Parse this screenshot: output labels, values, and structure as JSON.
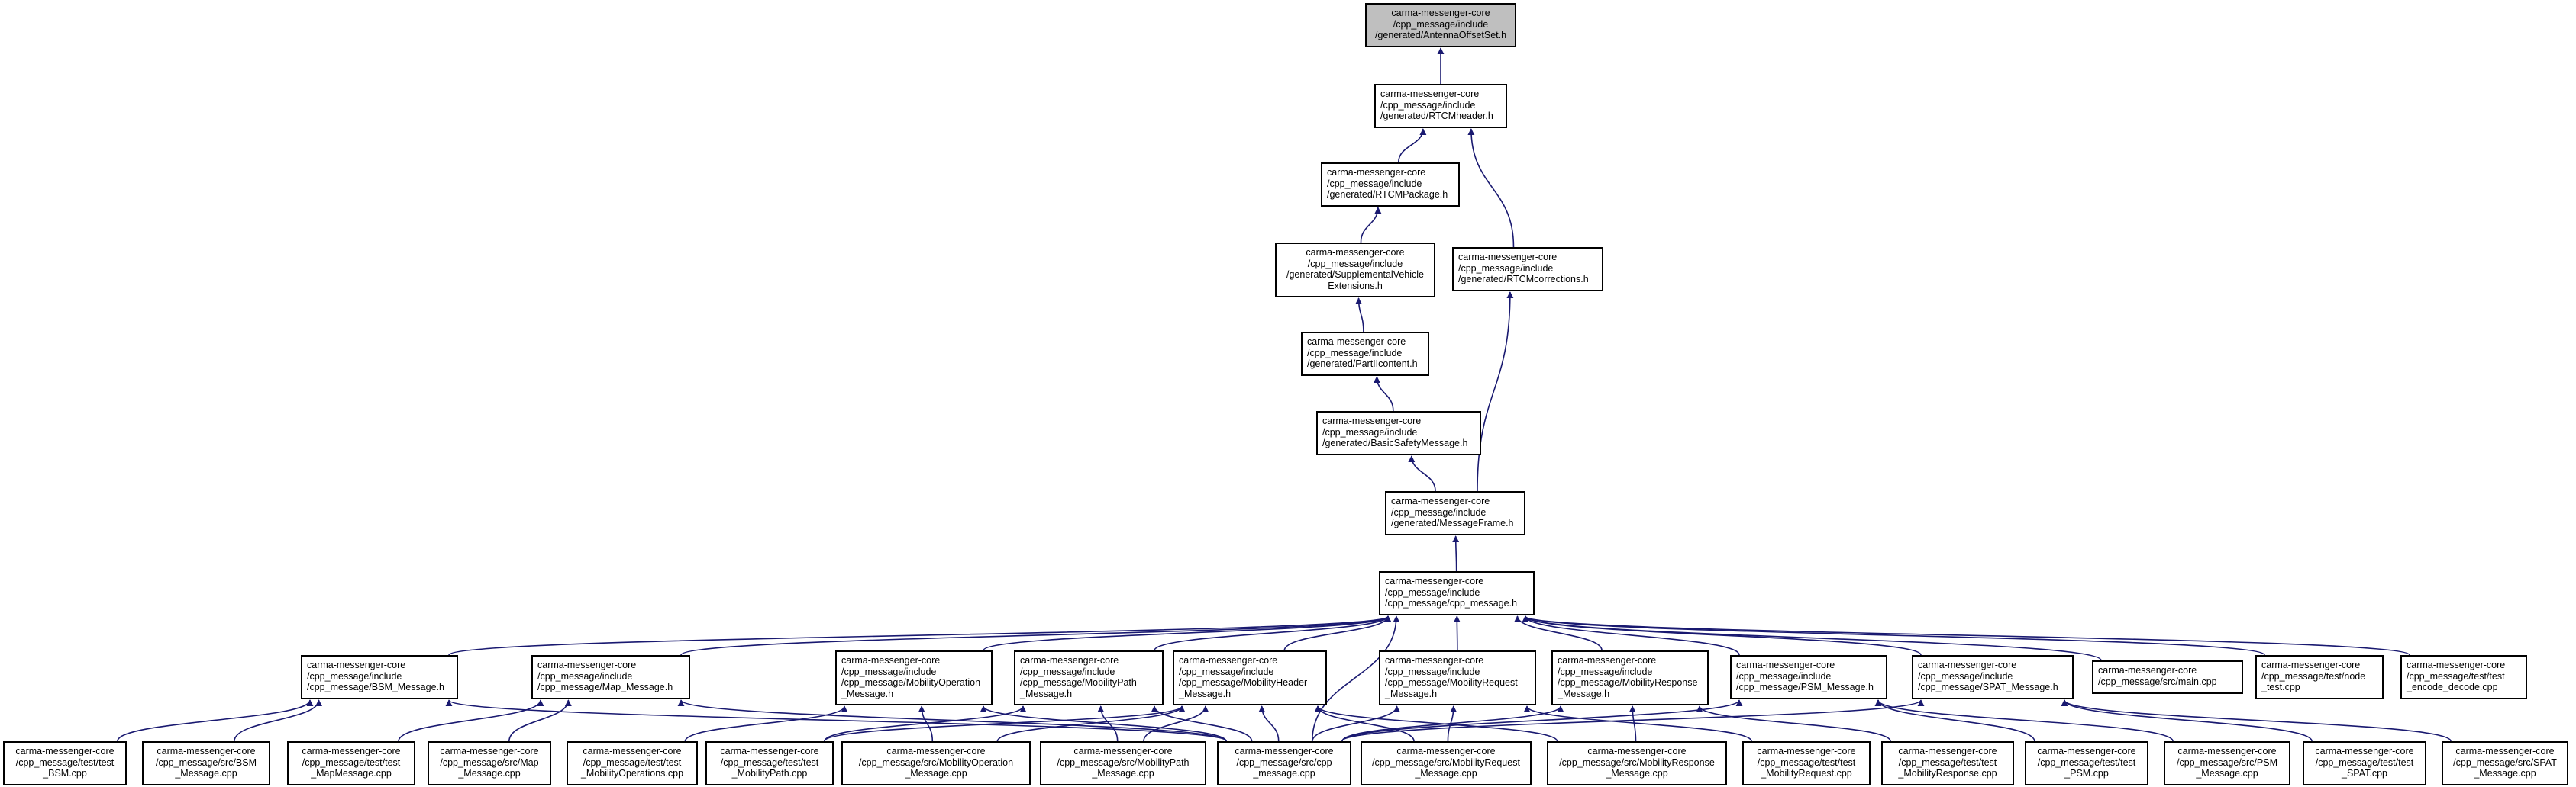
{
  "colors": {
    "edge": "#191970",
    "node_border": "#000000",
    "root_fill": "#bfbfbf",
    "node_fill": "#ffffff"
  },
  "nodes": [
    {
      "id": "antenna",
      "lines": [
        "carma-messenger-core",
        "/cpp_message/include",
        "/generated/AntennaOffsetSet.h"
      ]
    },
    {
      "id": "rtcmheader",
      "lines": [
        "carma-messenger-core",
        "/cpp_message/include",
        "/generated/RTCMheader.h"
      ]
    },
    {
      "id": "rtcmpackage",
      "lines": [
        "carma-messenger-core",
        "/cpp_message/include",
        "/generated/RTCMPackage.h"
      ]
    },
    {
      "id": "supplemental",
      "lines": [
        "carma-messenger-core",
        "/cpp_message/include",
        "/generated/SupplementalVehicle",
        "Extensions.h"
      ]
    },
    {
      "id": "rtcmcorrections",
      "lines": [
        "carma-messenger-core",
        "/cpp_message/include",
        "/generated/RTCMcorrections.h"
      ]
    },
    {
      "id": "partii",
      "lines": [
        "carma-messenger-core",
        "/cpp_message/include",
        "/generated/PartIIcontent.h"
      ]
    },
    {
      "id": "bsm_gen",
      "lines": [
        "carma-messenger-core",
        "/cpp_message/include",
        "/generated/BasicSafetyMessage.h"
      ]
    },
    {
      "id": "msgframe",
      "lines": [
        "carma-messenger-core",
        "/cpp_message/include",
        "/generated/MessageFrame.h"
      ]
    },
    {
      "id": "cppmsg_h",
      "lines": [
        "carma-messenger-core",
        "/cpp_message/include",
        "/cpp_message/cpp_message.h"
      ]
    },
    {
      "id": "bsm_h",
      "lines": [
        "carma-messenger-core",
        "/cpp_message/include",
        "/cpp_message/BSM_Message.h"
      ]
    },
    {
      "id": "map_h",
      "lines": [
        "carma-messenger-core",
        "/cpp_message/include",
        "/cpp_message/Map_Message.h"
      ]
    },
    {
      "id": "mobop_h",
      "lines": [
        "carma-messenger-core",
        "/cpp_message/include",
        "/cpp_message/MobilityOperation",
        "_Message.h"
      ]
    },
    {
      "id": "mobpath_h",
      "lines": [
        "carma-messenger-core",
        "/cpp_message/include",
        "/cpp_message/MobilityPath",
        "_Message.h"
      ]
    },
    {
      "id": "mobhdr_h",
      "lines": [
        "carma-messenger-core",
        "/cpp_message/include",
        "/cpp_message/MobilityHeader",
        "_Message.h"
      ]
    },
    {
      "id": "mobreq_h",
      "lines": [
        "carma-messenger-core",
        "/cpp_message/include",
        "/cpp_message/MobilityRequest",
        "_Message.h"
      ]
    },
    {
      "id": "mobresp_h",
      "lines": [
        "carma-messenger-core",
        "/cpp_message/include",
        "/cpp_message/MobilityResponse",
        "_Message.h"
      ]
    },
    {
      "id": "psm_h",
      "lines": [
        "carma-messenger-core",
        "/cpp_message/include",
        "/cpp_message/PSM_Message.h"
      ]
    },
    {
      "id": "spat_h",
      "lines": [
        "carma-messenger-core",
        "/cpp_message/include",
        "/cpp_message/SPAT_Message.h"
      ]
    },
    {
      "id": "main_cpp",
      "lines": [
        "carma-messenger-core",
        "/cpp_message/src/main.cpp"
      ]
    },
    {
      "id": "node_test",
      "lines": [
        "carma-messenger-core",
        "/cpp_message/test/node",
        "_test.cpp"
      ]
    },
    {
      "id": "encdec_test",
      "lines": [
        "carma-messenger-core",
        "/cpp_message/test/test",
        "_encode_decode.cpp"
      ]
    },
    {
      "id": "t_bsm",
      "lines": [
        "carma-messenger-core",
        "/cpp_message/test/test",
        "_BSM.cpp"
      ]
    },
    {
      "id": "s_bsm",
      "lines": [
        "carma-messenger-core",
        "/cpp_message/src/BSM",
        "_Message.cpp"
      ]
    },
    {
      "id": "t_map",
      "lines": [
        "carma-messenger-core",
        "/cpp_message/test/test",
        "_MapMessage.cpp"
      ]
    },
    {
      "id": "s_map",
      "lines": [
        "carma-messenger-core",
        "/cpp_message/src/Map",
        "_Message.cpp"
      ]
    },
    {
      "id": "t_mobop",
      "lines": [
        "carma-messenger-core",
        "/cpp_message/test/test",
        "_MobilityOperations.cpp"
      ]
    },
    {
      "id": "t_mobpath",
      "lines": [
        "carma-messenger-core",
        "/cpp_message/test/test",
        "_MobilityPath.cpp"
      ]
    },
    {
      "id": "s_mobop",
      "lines": [
        "carma-messenger-core",
        "/cpp_message/src/MobilityOperation",
        "_Message.cpp"
      ]
    },
    {
      "id": "s_mobpath",
      "lines": [
        "carma-messenger-core",
        "/cpp_message/src/MobilityPath",
        "_Message.cpp"
      ]
    },
    {
      "id": "s_cpp",
      "lines": [
        "carma-messenger-core",
        "/cpp_message/src/cpp",
        "_message.cpp"
      ]
    },
    {
      "id": "s_mobreq",
      "lines": [
        "carma-messenger-core",
        "/cpp_message/src/MobilityRequest",
        "_Message.cpp"
      ]
    },
    {
      "id": "s_mobresp",
      "lines": [
        "carma-messenger-core",
        "/cpp_message/src/MobilityResponse",
        "_Message.cpp"
      ]
    },
    {
      "id": "t_mobreq",
      "lines": [
        "carma-messenger-core",
        "/cpp_message/test/test",
        "_MobilityRequest.cpp"
      ]
    },
    {
      "id": "t_mobresp",
      "lines": [
        "carma-messenger-core",
        "/cpp_message/test/test",
        "_MobilityResponse.cpp"
      ]
    },
    {
      "id": "t_psm",
      "lines": [
        "carma-messenger-core",
        "/cpp_message/test/test",
        "_PSM.cpp"
      ]
    },
    {
      "id": "s_psm",
      "lines": [
        "carma-messenger-core",
        "/cpp_message/src/PSM",
        "_Message.cpp"
      ]
    },
    {
      "id": "t_spat",
      "lines": [
        "carma-messenger-core",
        "/cpp_message/test/test",
        "_SPAT.cpp"
      ]
    },
    {
      "id": "s_spat",
      "lines": [
        "carma-messenger-core",
        "/cpp_message/src/SPAT",
        "_Message.cpp"
      ]
    }
  ]
}
